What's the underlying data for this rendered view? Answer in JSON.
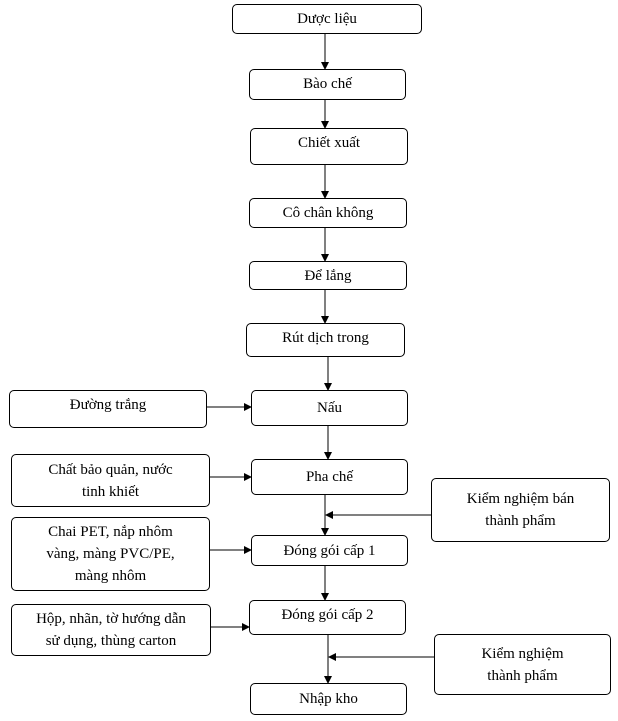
{
  "flow": {
    "steps": [
      {
        "label": "Dược liệu"
      },
      {
        "label": "Bào chế"
      },
      {
        "label": "Chiết xuất"
      },
      {
        "label": "Cô chân không"
      },
      {
        "label": "Để lắng"
      },
      {
        "label": "Rút dịch trong"
      },
      {
        "label": "Nấu"
      },
      {
        "label": "Pha chế"
      },
      {
        "label": "Đóng gói cấp 1"
      },
      {
        "label": "Đóng gói cấp 2"
      },
      {
        "label": "Nhập kho"
      }
    ],
    "inputs": [
      {
        "label": "Đường trắng"
      },
      {
        "label": "Chất bảo quản, nước\ntinh khiết"
      },
      {
        "label": "Chai PET, nắp nhôm\nvàng, màng PVC/PE,\nmàng nhôm"
      },
      {
        "label": "Hộp, nhãn, tờ hướng dẫn\nsử dụng, thùng carton"
      }
    ],
    "checks": [
      {
        "label": "Kiểm nghiệm bán\nthành phẩm"
      },
      {
        "label": "Kiểm nghiệm\nthành phẩm"
      }
    ]
  },
  "colors": {
    "line": "#000000",
    "box_fill": "#ffffff"
  }
}
